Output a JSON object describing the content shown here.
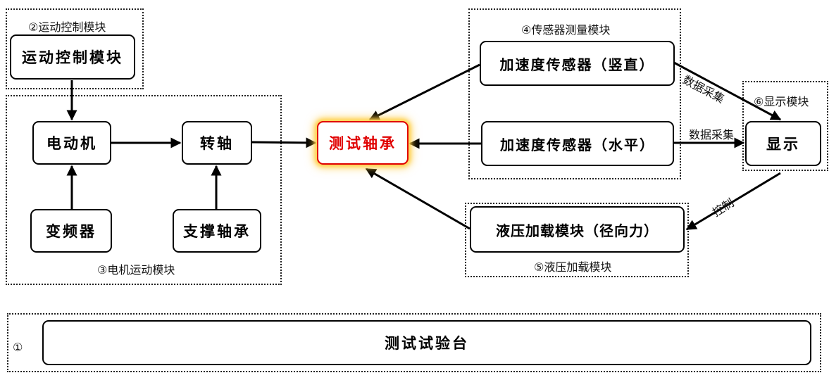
{
  "groups": {
    "motion_control": "②运动控制模块",
    "motor_module": "③电机运动模块",
    "sensor_module": "④传感器测量模块",
    "hydraulic_module": "⑤液压加载模块",
    "display_module": "⑥显示模块",
    "test_bench": "①"
  },
  "nodes": {
    "motion_control": "运动控制模块",
    "motor": "电动机",
    "shaft": "转轴",
    "inverter": "变频器",
    "support_bearing": "支撑轴承",
    "test_bearing": "测试轴承",
    "accel_vertical": "加速度传感器（竖直）",
    "accel_horizontal": "加速度传感器（水平）",
    "hydraulic_loading": "液压加载模块（径向力）",
    "display": "显示",
    "test_bench": "测试试验台"
  },
  "edges": {
    "data_acq_1": "数据采集",
    "data_acq_2": "数据采集",
    "control": "控制"
  },
  "colors": {
    "highlight_text": "#e00000",
    "highlight_glow": "#ffd24a"
  }
}
